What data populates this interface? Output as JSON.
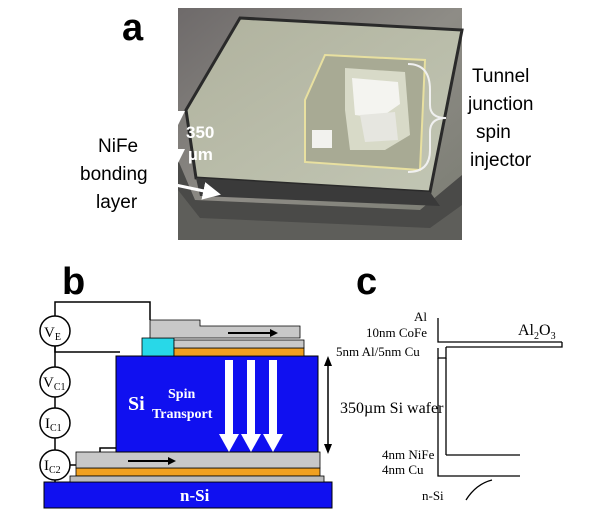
{
  "panel_a": {
    "label": "a",
    "scale_value": "350",
    "scale_unit": "µm",
    "nife_line1": "NiFe",
    "nife_line2": "bonding",
    "nife_line3": "layer",
    "tunnel_line1": "Tunnel",
    "tunnel_line2": "junction",
    "tunnel_line3": "spin",
    "tunnel_line4": "injector"
  },
  "panel_b": {
    "label": "b",
    "ve_main": "V",
    "ve_sub": "E",
    "vc1_main": "V",
    "vc1_sub": "C1",
    "ic1_main": "I",
    "ic1_sub": "C1",
    "ic2_main": "I",
    "ic2_sub": "C2",
    "si_label": "Si",
    "spin_label": "Spin",
    "transport_label": "Transport",
    "nsi_label": "n-Si"
  },
  "panel_c": {
    "label": "c",
    "al": "Al",
    "cofe": "10nm CoFe",
    "al2o3_main": "Al",
    "al2o3_sub1": "2",
    "al2o3_o": "O",
    "al2o3_sub2": "3",
    "alcu": "5nm Al/5nm Cu",
    "wafer": "350µm Si wafer",
    "nife": "4nm NiFe",
    "cu": "4nm Cu",
    "nsi": "n-Si"
  },
  "colors": {
    "si_blue": "#1010f0",
    "cyan": "#28d8e8",
    "orange": "#f0a020",
    "gray_layer": "#c8c8c8",
    "photo_bg": "#8a8a80",
    "chip_face": "#b4b8a4"
  }
}
